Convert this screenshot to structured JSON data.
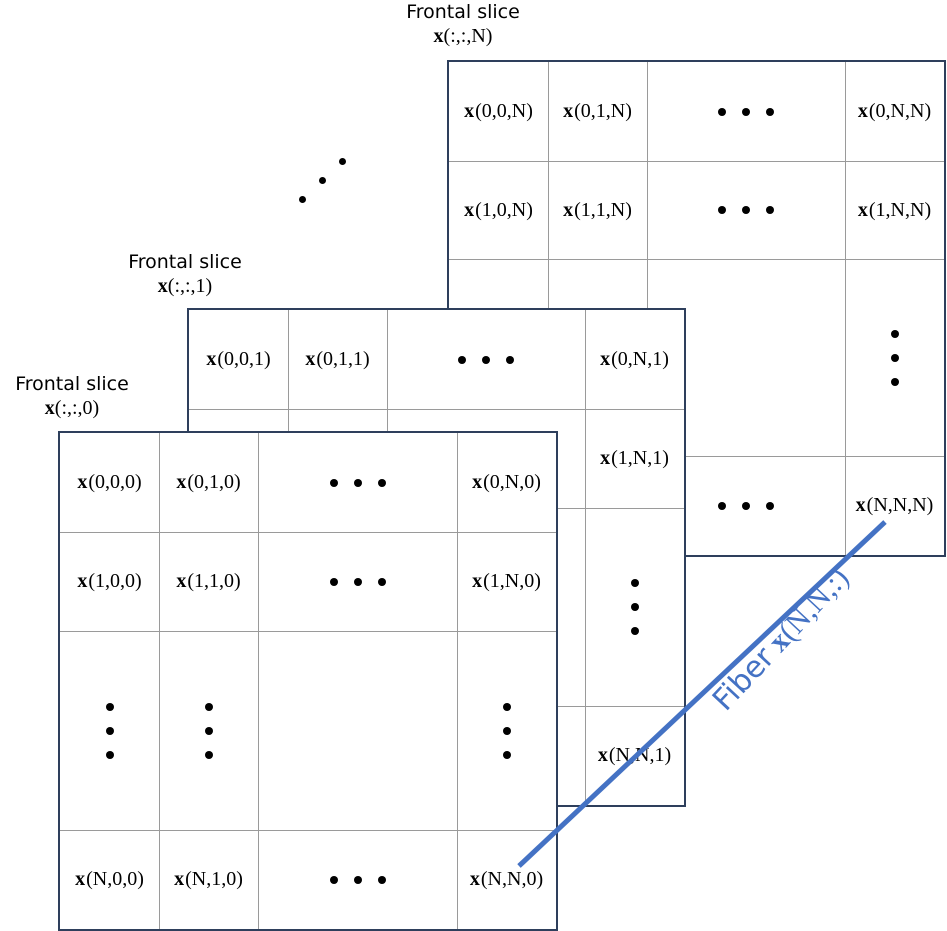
{
  "slices": [
    {
      "id": "slice-N",
      "title": "Frontal slice",
      "subtitle": "(:,:,N)",
      "rows": [
        [
          "(0,0,N)",
          "(0,1,N)",
          "hdots",
          "(0,N,N)"
        ],
        [
          "(1,0,N)",
          "(1,1,N)",
          "hdots",
          "(1,N,N)"
        ],
        [
          "",
          "",
          "",
          "vdots"
        ],
        [
          "",
          "",
          "hdots",
          "(N,N,N)"
        ]
      ]
    },
    {
      "id": "slice-1",
      "title": "Frontal slice",
      "subtitle": "(:,:,1)",
      "rows": [
        [
          "(0,0,1)",
          "(0,1,1)",
          "hdots",
          "(0,N,1)"
        ],
        [
          "",
          "",
          "",
          "(1,N,1)"
        ],
        [
          "",
          "",
          "",
          "vdots"
        ],
        [
          "",
          "",
          "",
          "(N,N,1)"
        ]
      ]
    },
    {
      "id": "slice-0",
      "title": "Frontal slice",
      "subtitle": "(:,:,0)",
      "rows": [
        [
          "(0,0,0)",
          "(0,1,0)",
          "hdots",
          "(0,N,0)"
        ],
        [
          "(1,0,0)",
          "(1,1,0)",
          "hdots",
          "(1,N,0)"
        ],
        [
          "vdots",
          "vdots",
          "",
          "vdots"
        ],
        [
          "(N,0,0)",
          "(N,1,0)",
          "hdots",
          "(N,N,0)"
        ]
      ]
    }
  ],
  "tensor_symbol": "x",
  "fiber": {
    "word": "Fiber",
    "symbol": "x",
    "index": "(N,N,:)"
  },
  "colors": {
    "frame": "#2e3f5c",
    "grid": "#9a9a9a",
    "fiber": "#4472c4"
  }
}
